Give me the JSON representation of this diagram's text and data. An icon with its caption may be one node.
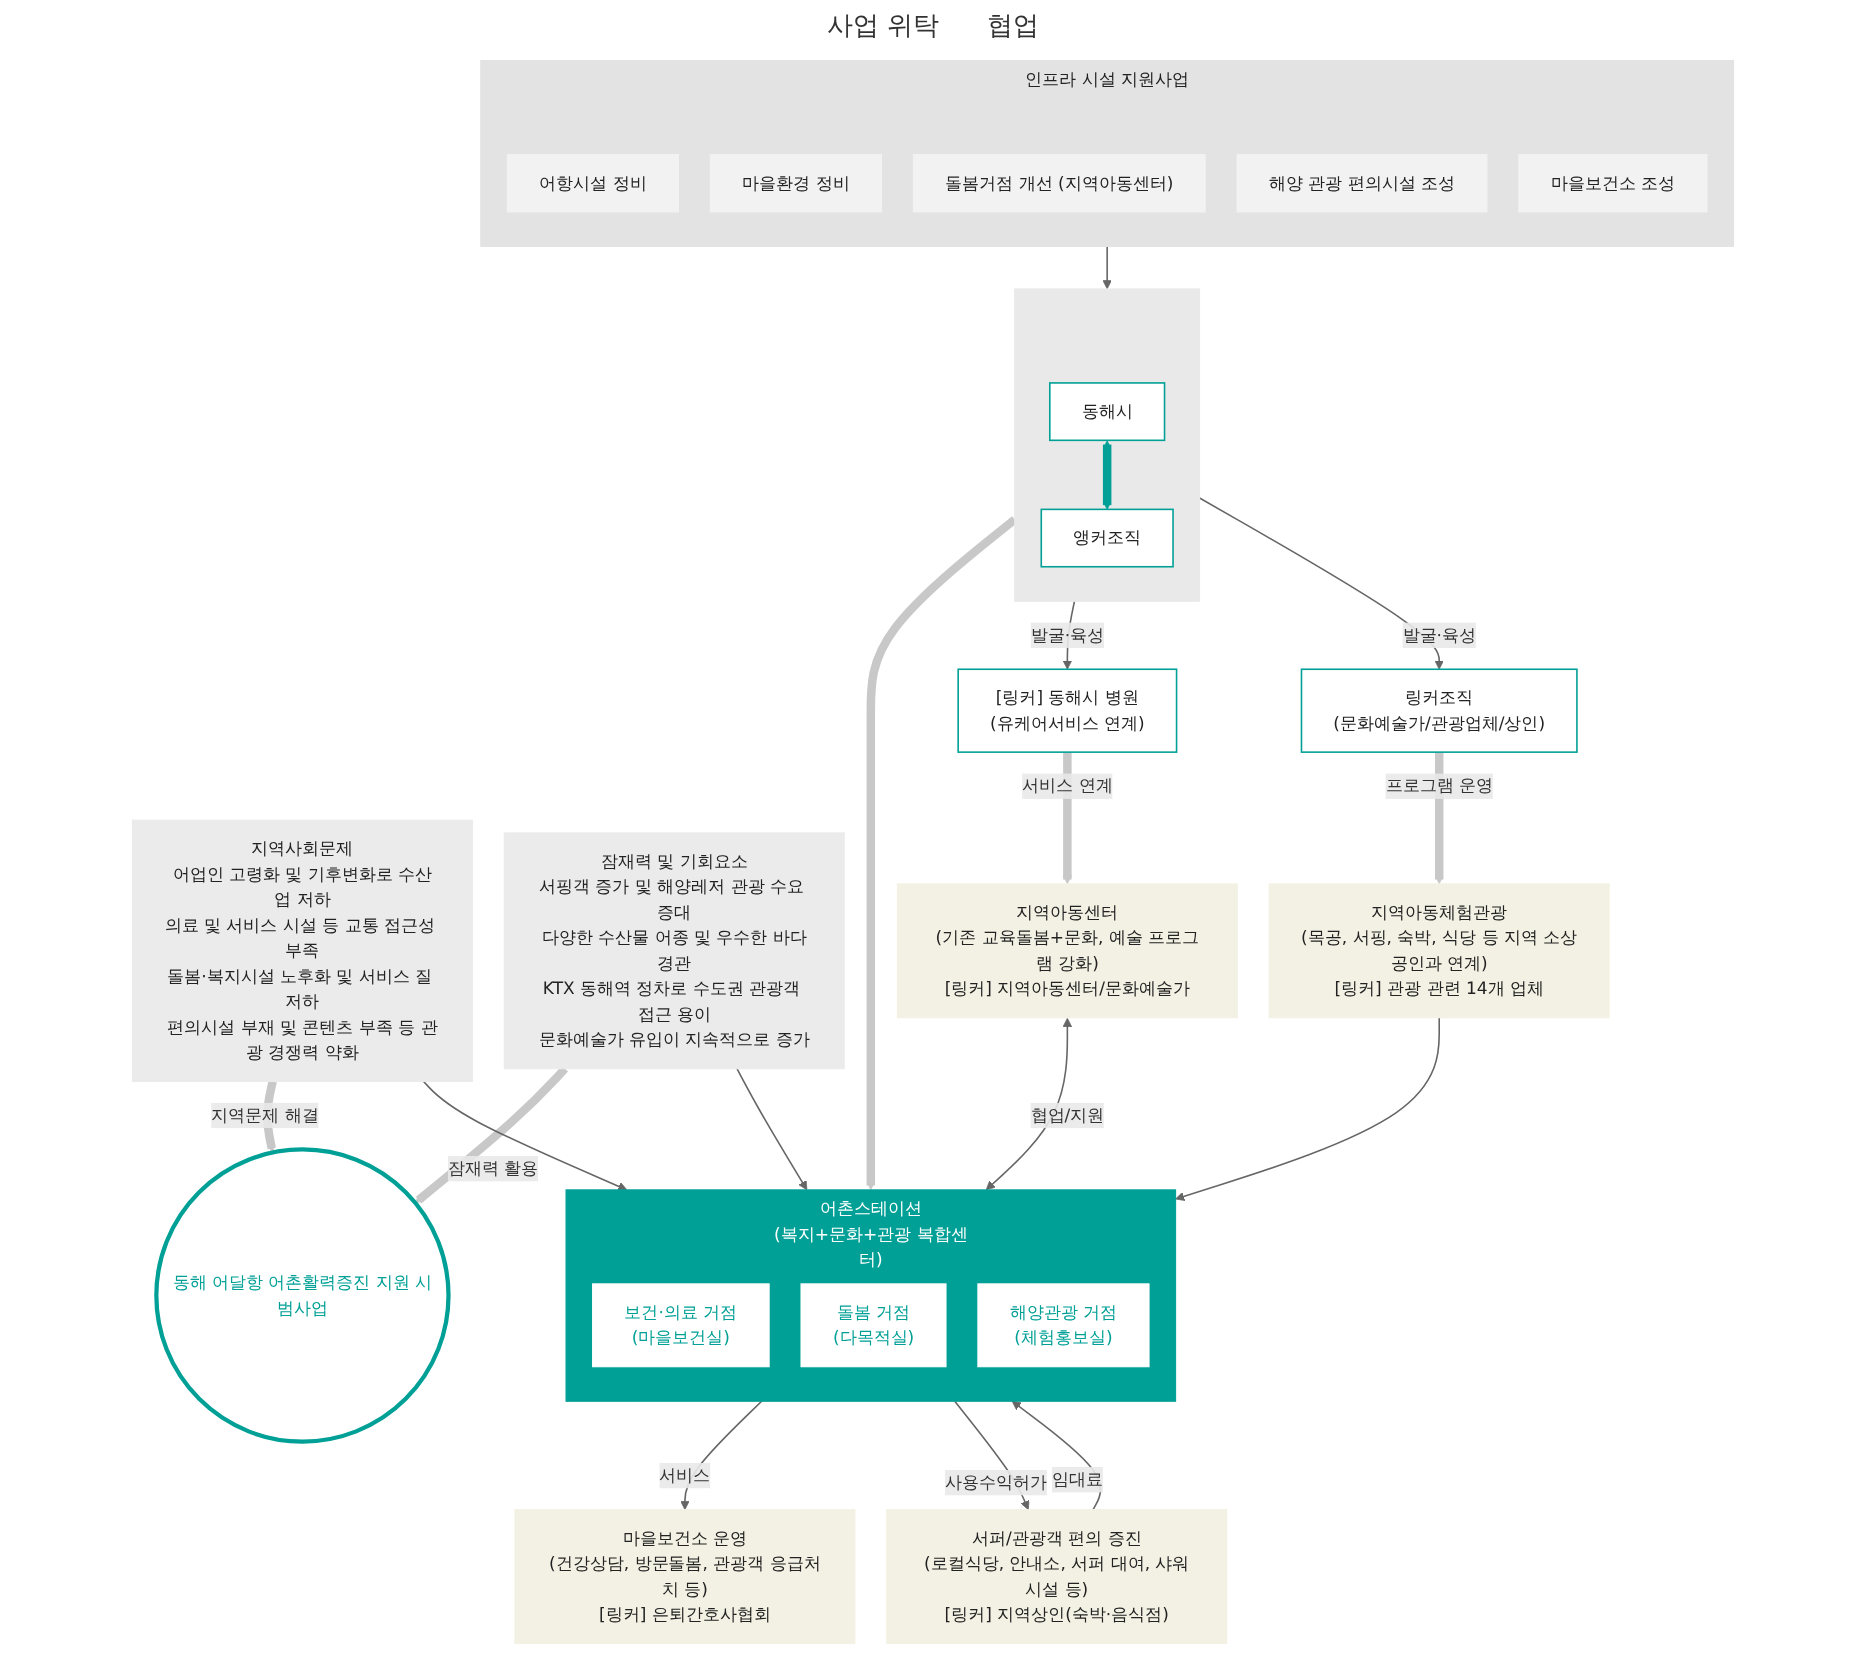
{
  "diagram": {
    "nodes": [
      {
        "text": [
          "지역사회문제",
          "어업인 고령화 및 기후변화로 수산업 저하",
          "의료 및 서비스 시설 등 교통 접근성 부족",
          "돌봄·복지시설 노후화 및 서비스 질 저하",
          "편의시설 부재 및 콘텐츠 부족 등 관광 경쟁력 약화"
        ]
      },
      {
        "text": [
          "동해 어달항 어촌활력증진 지원 시범사업"
        ]
      },
      {
        "text": [
          "잠재력 및 기회요소",
          "서핑객 증가 및 해양레저 관광 수요 증대",
          "다양한 수산물 어종 및 우수한 바다경관",
          "KTX 동해역 정차로 수도권 관광객 접근 용이",
          "문화예술가 유입이 지속적으로 증가"
        ]
      },
      {
        "text": [
          "어촌스테이션",
          "(복지+문화+관광 복합센터)"
        ]
      },
      {
        "text": [
          "보건·의료 거점",
          "(마을보건실)"
        ],
        "in": 3
      },
      {
        "text": [
          "돌봄 거점",
          "(다목적실)"
        ],
        "in": 3
      },
      {
        "text": [
          "해양관광 거점",
          "(체험홍보실)"
        ],
        "in": 3
      },
      {
        "text": [
          "마을보건소 운영",
          "(건강상담, 방문돌봄, 관광객 응급처치 등)",
          "[링커] 은퇴간호사협회"
        ]
      },
      {
        "text": [
          "서퍼/관광객 편의 증진",
          "(로컬식당, 안내소, 서퍼 대여, 샤워시설 등)",
          "[링커] 지역상인(숙박·음식점)"
        ]
      },
      {
        "text": [
          "지역아동센터",
          "(기존 교육돌봄+문화, 예술 프로그램 강화)",
          "[링커] 지역아동센터/문화예술가"
        ]
      },
      {
        "text": [
          "지역아동체험관광",
          "(목공, 서핑, 숙박, 식당 등 지역 소상공인과 연계)",
          "[링커] 관광 관련 14개 업체"
        ]
      },
      {
        "text": [],
        "shape": "box"
      },
      {
        "text": [
          "동해시"
        ],
        "in": 11
      },
      {
        "text": [
          "앵커조직"
        ],
        "in": 11
      },
      {
        "text": [
          "[링커] 동해시 병원",
          "(유케어서비스 연계)"
        ]
      },
      {
        "text": [
          "링커조직",
          "(문화예술가/관광업체/상인)"
        ]
      },
      {
        "text": [
          "인프라 시설 지원사업"
        ]
      },
      {
        "text": [
          "어항시설 정비"
        ],
        "in": 16
      },
      {
        "text": [
          "마을환경 정비"
        ],
        "in": 16
      },
      {
        "text": [
          "돌봄거점 개선 (지역아동센터)"
        ],
        "in": 16
      },
      {
        "text": [
          "해양 관광 편의시설 조성"
        ],
        "in": 16
      },
      {
        "text": [
          "마을보건소 조성"
        ],
        "in": 16
      }
    ],
    "edges": [
      {
        "from": 0,
        "to": 1,
        "arrow": "to",
        "label": "지역문제 해결",
        "style": "thick",
        "color": "#c8c8c8"
      },
      {
        "from": 2,
        "to": 1,
        "arrow": "to",
        "label": "잠재력 활용",
        "style": "thick",
        "color": "#c8c8c8"
      },
      {
        "from": 0,
        "to": 3,
        "arrow": "to"
      },
      {
        "from": 2,
        "to": 3,
        "arrow": "to"
      },
      {
        "from": 3,
        "to": 7,
        "arrow": "to",
        "label": "서비스"
      },
      {
        "from": 8,
        "to": 3,
        "arrow": "to",
        "label": "임대료"
      },
      {
        "from": 3,
        "to": 8,
        "arrow": "to",
        "label": "사용수익허가"
      },
      {
        "from": 9,
        "to": 3,
        "arrow": "both",
        "label": "협업/지원"
      },
      {
        "from": 10,
        "to": 3,
        "arrow": "to"
      },
      {
        "from": 11,
        "to": 3,
        "arrow": "to",
        "style": "thick",
        "color": "#c8c8c8"
      },
      {
        "from": 12,
        "to": 13,
        "arrow": "both",
        "style": "thick",
        "color": "#00a096"
      },
      {
        "from": 11,
        "to": 14,
        "arrow": "to",
        "label": "발굴·육성"
      },
      {
        "from": 11,
        "to": 15,
        "arrow": "to",
        "label": "발굴·육성"
      },
      {
        "from": 14,
        "to": 9,
        "arrow": "to",
        "label": "서비스 연계",
        "style": "thick",
        "color": "#c8c8c8"
      },
      {
        "from": 15,
        "to": 10,
        "arrow": "to",
        "label": "프로그램 운영",
        "style": "thick",
        "color": "#c8c8c8"
      },
      {
        "from": 16,
        "to": 11,
        "arrow": "to"
      }
    ],
    "labels": [
      "사업 위탁",
      "협업"
    ]
  }
}
